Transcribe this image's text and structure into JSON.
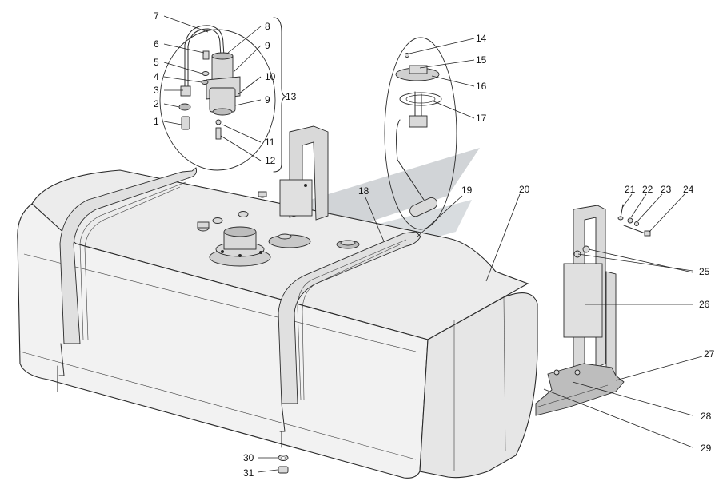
{
  "callouts": [
    {
      "id": "c1",
      "text": "1"
    },
    {
      "id": "c2",
      "text": "2"
    },
    {
      "id": "c3",
      "text": "3"
    },
    {
      "id": "c4",
      "text": "4"
    },
    {
      "id": "c5",
      "text": "5"
    },
    {
      "id": "c6",
      "text": "6"
    },
    {
      "id": "c7",
      "text": "7"
    },
    {
      "id": "c8",
      "text": "8"
    },
    {
      "id": "c9a",
      "text": "9"
    },
    {
      "id": "c9b",
      "text": "9"
    },
    {
      "id": "c10",
      "text": "10"
    },
    {
      "id": "c11",
      "text": "11"
    },
    {
      "id": "c12",
      "text": "12"
    },
    {
      "id": "c13",
      "text": "13"
    },
    {
      "id": "c14",
      "text": "14"
    },
    {
      "id": "c15",
      "text": "15"
    },
    {
      "id": "c16",
      "text": "16"
    },
    {
      "id": "c17",
      "text": "17"
    },
    {
      "id": "c18",
      "text": "18"
    },
    {
      "id": "c19",
      "text": "19"
    },
    {
      "id": "c20",
      "text": "20"
    },
    {
      "id": "c21",
      "text": "21"
    },
    {
      "id": "c22",
      "text": "22"
    },
    {
      "id": "c23",
      "text": "23"
    },
    {
      "id": "c24",
      "text": "24"
    },
    {
      "id": "c25",
      "text": "25"
    },
    {
      "id": "c26",
      "text": "26"
    },
    {
      "id": "c27",
      "text": "27"
    },
    {
      "id": "c28",
      "text": "28"
    },
    {
      "id": "c29",
      "text": "29"
    },
    {
      "id": "c30",
      "text": "30"
    },
    {
      "id": "c31",
      "text": "31"
    }
  ],
  "colors": {
    "line": "#2a2a2a",
    "tank_fill": "#f2f2f2",
    "watermark_gray": "#c9cdd1",
    "watermark_red": "#d9c3c3"
  }
}
